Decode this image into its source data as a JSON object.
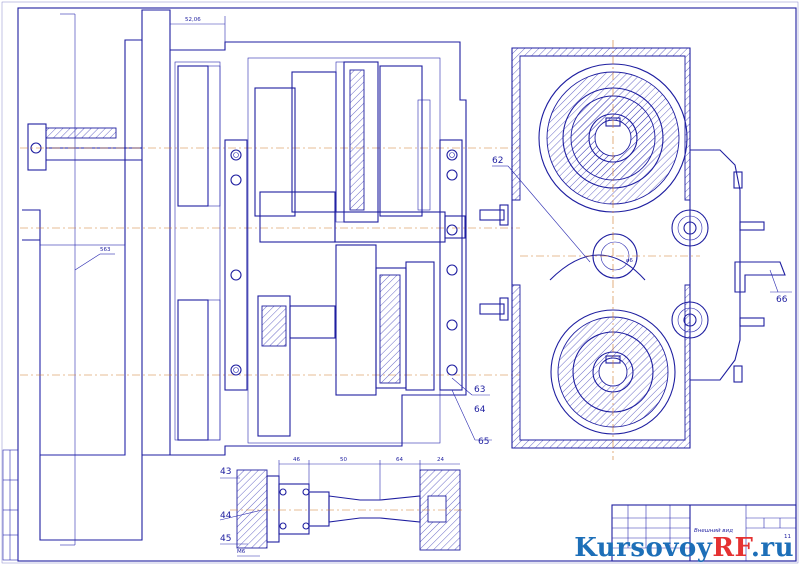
{
  "drawing": {
    "dimensions": {
      "top_offset": "52,06",
      "shaft_length": "563",
      "detail_46": "46",
      "detail_50": "50",
      "detail_64": "64",
      "detail_24": "24",
      "thread": "M6",
      "small_dia": "ø6"
    },
    "callouts": {
      "c62": "62",
      "c63": "63",
      "c64": "64",
      "c65": "65",
      "c66": "66",
      "c43": "43",
      "c44": "44",
      "c45": "45"
    },
    "title_block": {
      "title_line1": "Внешний вид",
      "sheet": "11"
    }
  },
  "watermark": {
    "part1": "Kursovoy",
    "part2": "RF",
    "part3": ".ru"
  }
}
